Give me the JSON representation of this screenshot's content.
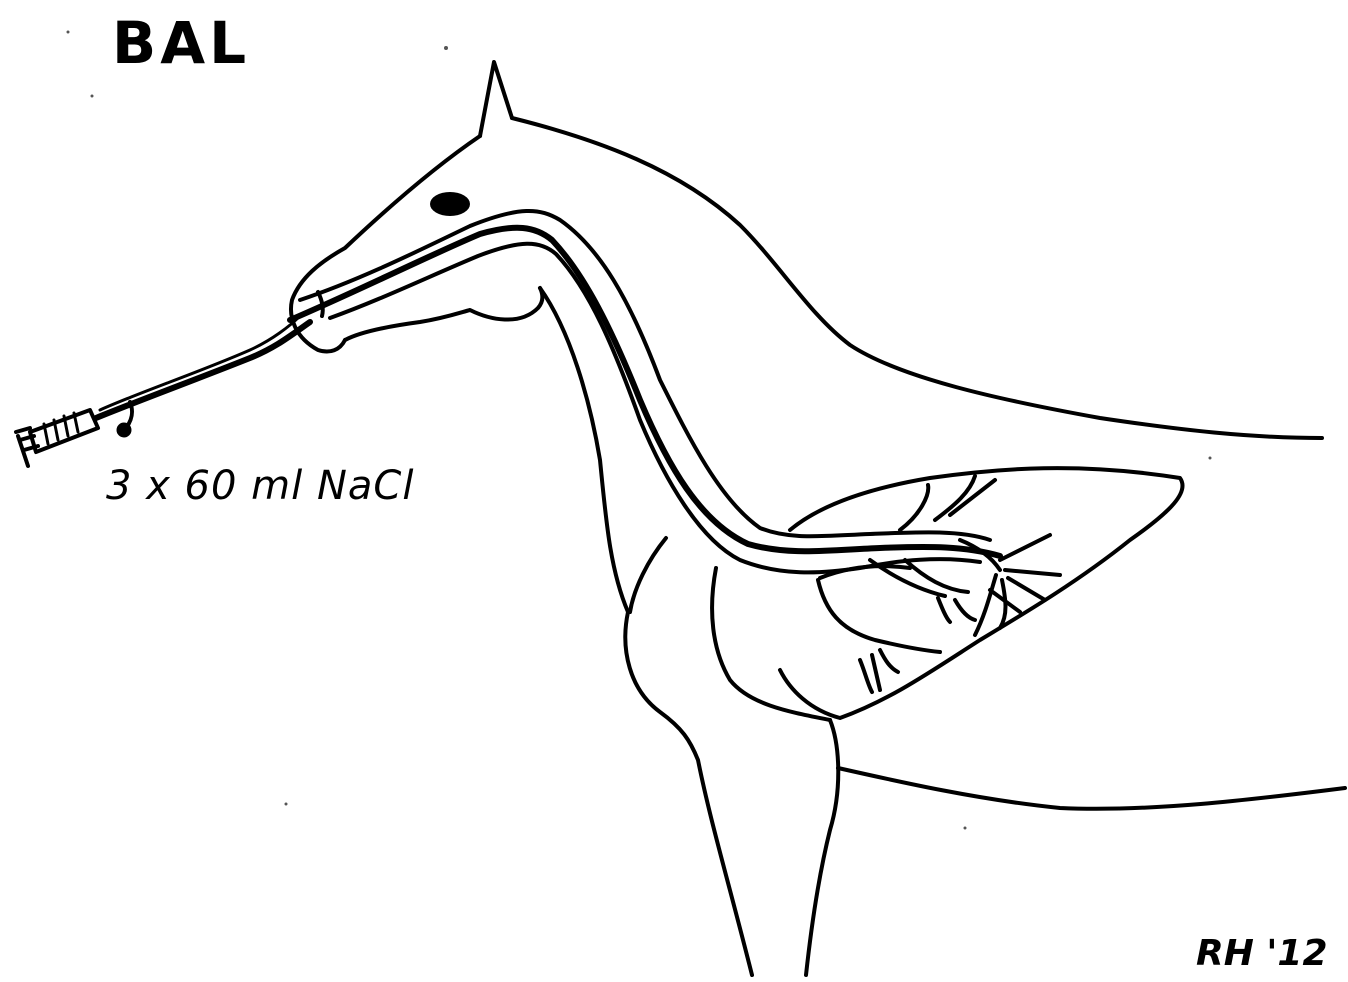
{
  "labels": {
    "title": "BAL",
    "dose": "3 x 60 ml NaCl",
    "signature": "RH '12"
  },
  "colors": {
    "ink": "#000000",
    "paper": "#ffffff"
  }
}
